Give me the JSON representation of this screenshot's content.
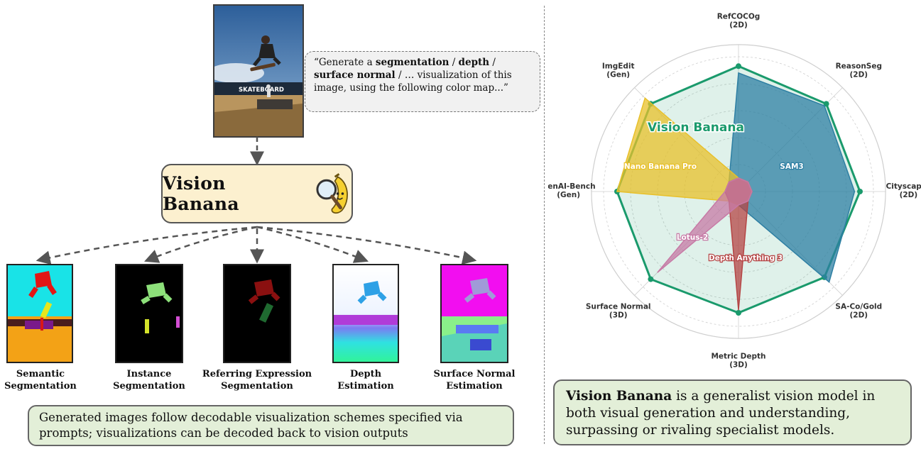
{
  "prompt": {
    "t1": "“Generate a ",
    "b1": "segmentation",
    "t2": " / ",
    "b2": "depth",
    "t3": " / ",
    "b3": "surface normal",
    "t4": " / … visualization of this image, using the following color map...”"
  },
  "photo_text": {
    "banner": "SKATEBOARD"
  },
  "model": {
    "title": "Vision Banana"
  },
  "outputs": [
    {
      "line1": "Semantic",
      "line2": "Segmentation"
    },
    {
      "line1": "Instance",
      "line2": "Segmentation"
    },
    {
      "line1": "Referring Expression",
      "line2": "Segmentation"
    },
    {
      "line1": "Depth",
      "line2": "Estimation"
    },
    {
      "line1": "Surface Normal",
      "line2": "Estimation"
    }
  ],
  "left_note": "Generated images follow decodable visualization schemes specified via prompts; visualizations can be decoded back to vision outputs",
  "right_note": {
    "bold": "Vision Banana",
    "rest": " is a generalist vision model in both visual generation and understanding, surpassing or rivaling specialist models."
  },
  "colors": {
    "vision_banana": "#1a9a6c",
    "sam3": "#2e7fa3",
    "nano_banana_pro": "#e8c02a",
    "lotus2": "#c77aa6",
    "depth_anything3": "#b54545"
  },
  "chart_data": {
    "type": "radar",
    "axes": [
      {
        "name": "RefCOCOg",
        "tag": "(2D)"
      },
      {
        "name": "ReasonSeg",
        "tag": "(2D)"
      },
      {
        "name": "Cityscapes",
        "tag": "(2D)"
      },
      {
        "name": "SA-Co/Gold",
        "tag": "(2D)"
      },
      {
        "name": "Metric Depth",
        "tag": "(3D)"
      },
      {
        "name": "Surface Normal",
        "tag": "(3D)"
      },
      {
        "name": "GenAI-Bench",
        "tag": "(Gen)"
      },
      {
        "name": "ImgEdit",
        "tag": "(Gen)"
      }
    ],
    "series": [
      {
        "name": "Vision Banana",
        "values": [
          0.93,
          0.92,
          0.9,
          0.9,
          0.9,
          0.92,
          0.9,
          0.92
        ]
      },
      {
        "name": "SAM3",
        "values": [
          0.88,
          0.9,
          0.86,
          0.95,
          0.1,
          0.1,
          0.1,
          0.1
        ]
      },
      {
        "name": "Nano Banana Pro",
        "values": [
          0.1,
          0.1,
          0.1,
          0.1,
          0.1,
          0.1,
          0.9,
          0.98
        ]
      },
      {
        "name": "Lotus-2",
        "values": [
          0.1,
          0.1,
          0.1,
          0.1,
          0.1,
          0.85,
          0.1,
          0.1
        ]
      },
      {
        "name": "Depth Anything 3",
        "values": [
          0.1,
          0.1,
          0.1,
          0.1,
          0.88,
          0.1,
          0.1,
          0.1
        ]
      }
    ],
    "rlim": [
      0,
      1
    ],
    "grid": true
  }
}
